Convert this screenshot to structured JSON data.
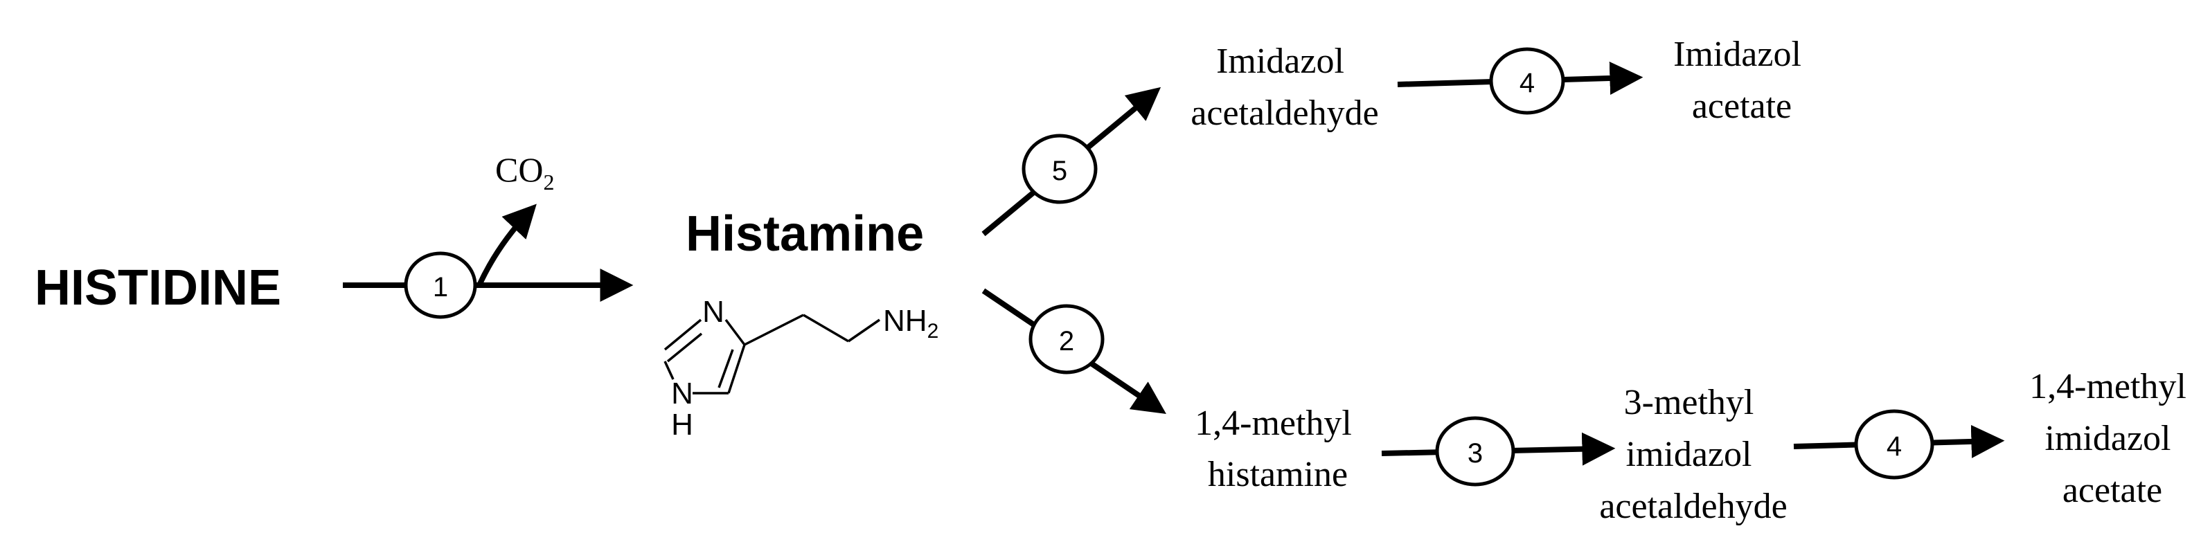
{
  "nodes": {
    "histidine": "HISTIDINE",
    "histamine": "Histamine",
    "co2_main": "CO",
    "co2_sub": "2",
    "imidazol_acetaldehyde": [
      "Imidazol",
      "acetaldehyde"
    ],
    "imidazol_acetate": [
      "Imidazol",
      "acetate"
    ],
    "methyl_histamine": [
      "1,4-methyl",
      "histamine"
    ],
    "methyl_imidazol_acetaldehyde": [
      "3-methyl",
      "imidazol",
      "acetaldehyde"
    ],
    "methyl_imidazol_acetate": [
      "1,4-methyl",
      "imidazol",
      "acetate"
    ]
  },
  "enzymes": {
    "step1": "1",
    "step5": "5",
    "step4_top": "4",
    "step2": "2",
    "step3": "3",
    "step4_bottom": "4"
  },
  "structure": {
    "atom_n_top": "N",
    "atom_n_bottom": "N",
    "atom_h": "H",
    "amine_main": "NH",
    "amine_sub": "2"
  }
}
